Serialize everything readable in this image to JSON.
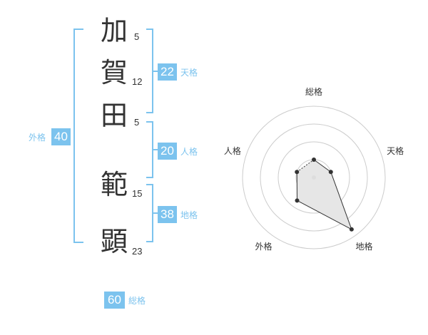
{
  "name": {
    "chars": [
      {
        "char": "加",
        "strokes": "5"
      },
      {
        "char": "賀",
        "strokes": "12"
      },
      {
        "char": "田",
        "strokes": "5"
      },
      {
        "char": "範",
        "strokes": "15"
      },
      {
        "char": "顕",
        "strokes": "23"
      }
    ]
  },
  "kakusu": {
    "tenkaku": {
      "value": "22",
      "label": "天格"
    },
    "jinkaku": {
      "value": "20",
      "label": "人格"
    },
    "chikaku": {
      "value": "38",
      "label": "地格"
    },
    "gaikaku": {
      "value": "40",
      "label": "外格"
    },
    "soukaku": {
      "value": "60",
      "label": "総格"
    }
  },
  "colors": {
    "accent": "#7cc3ee",
    "text": "#333333",
    "ring": "#cccccc",
    "fill": "#e6e6e6"
  },
  "chart_data": {
    "type": "radar",
    "axes": [
      "総格",
      "天格",
      "地格",
      "外格",
      "人格"
    ],
    "values": [
      0.25,
      0.25,
      0.9,
      0.4,
      0.25
    ],
    "rings": 4
  }
}
